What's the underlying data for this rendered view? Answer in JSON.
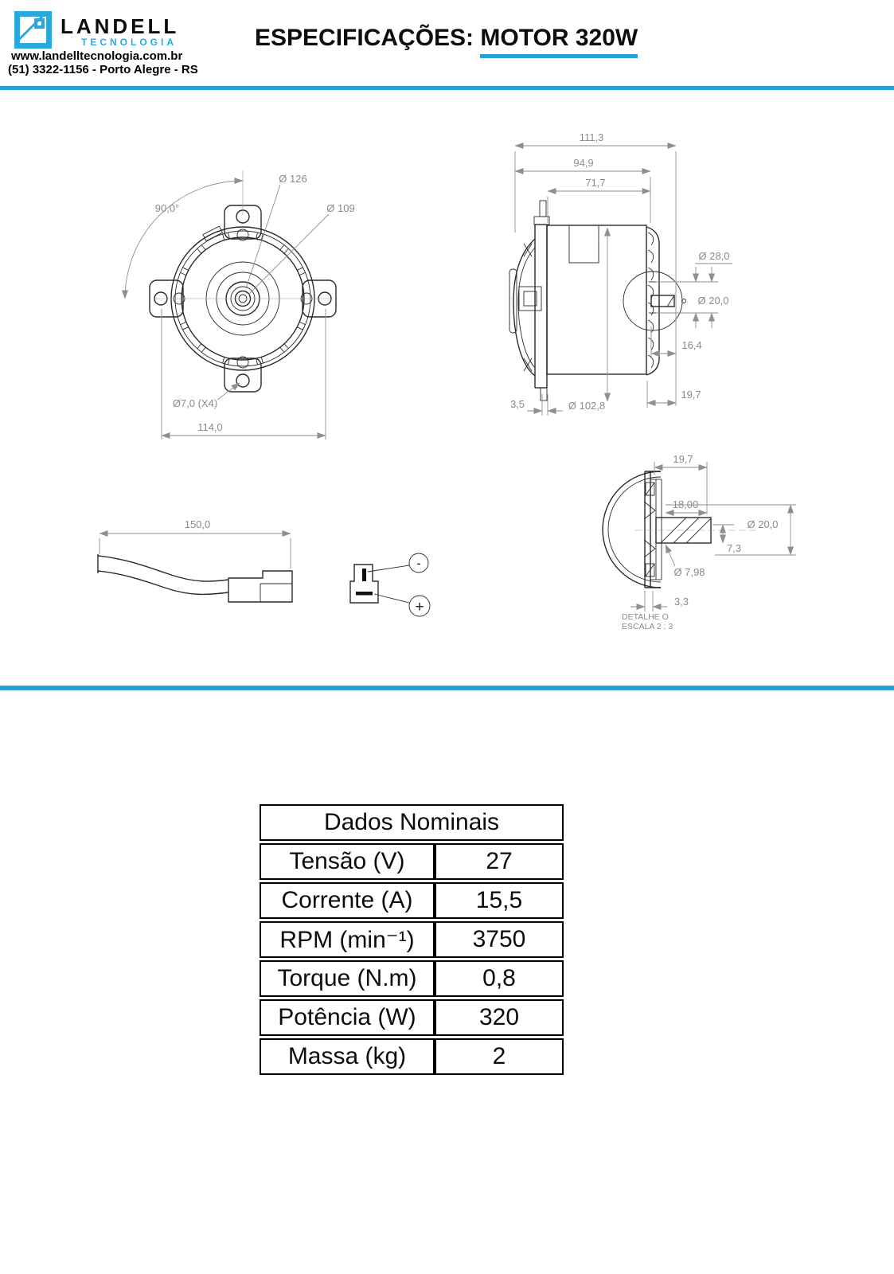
{
  "header": {
    "logo": {
      "name": "LANDELL",
      "subtitle": "TECNOLOGIA",
      "website": "www.landelltecnologia.com.br",
      "phone": "(51) 3322-1156 - Porto Alegre - RS"
    },
    "title_prefix": "ESPECIFICAÇÕES: ",
    "title_model": "MOTOR 320W",
    "accent_color": "#249fd8"
  },
  "drawing": {
    "front_view": {
      "angle": "90,0°",
      "outer_dia": "Ø 126",
      "inner_dia": "Ø 109",
      "mount_hole": "Ø7,0 (X4)",
      "width": "114,0"
    },
    "side_view": {
      "total_length": "111,3",
      "length_2": "94,9",
      "length_3": "71,7",
      "boss_dia": "Ø 28,0",
      "shaft_dia": "Ø 20,0",
      "shaft_len": "16,4",
      "shaft_total": "19,7",
      "flange_thk": "3,5",
      "body_dia": "Ø 102,8"
    },
    "detail_view": {
      "d1": "19,7",
      "d2": "18,00",
      "d3": "Ø 20,0",
      "d4": "7,3",
      "d5": "Ø 7,98",
      "d6": "3,3",
      "caption1": "DETALHE O",
      "caption2": "ESCALA 2 : 3"
    },
    "cable_view": {
      "length": "150,0"
    },
    "connector_view": {
      "minus": "-",
      "plus": "+"
    }
  },
  "table": {
    "title": "Dados Nominais",
    "rows": [
      {
        "label": "Tensão (V)",
        "value": "27"
      },
      {
        "label": "Corrente (A)",
        "value": "15,5"
      },
      {
        "label": "RPM (min⁻¹)",
        "value": "3750"
      },
      {
        "label": "Torque (N.m)",
        "value": "0,8"
      },
      {
        "label": "Potência (W)",
        "value": "320"
      },
      {
        "label": "Massa (kg)",
        "value": "2"
      }
    ]
  }
}
